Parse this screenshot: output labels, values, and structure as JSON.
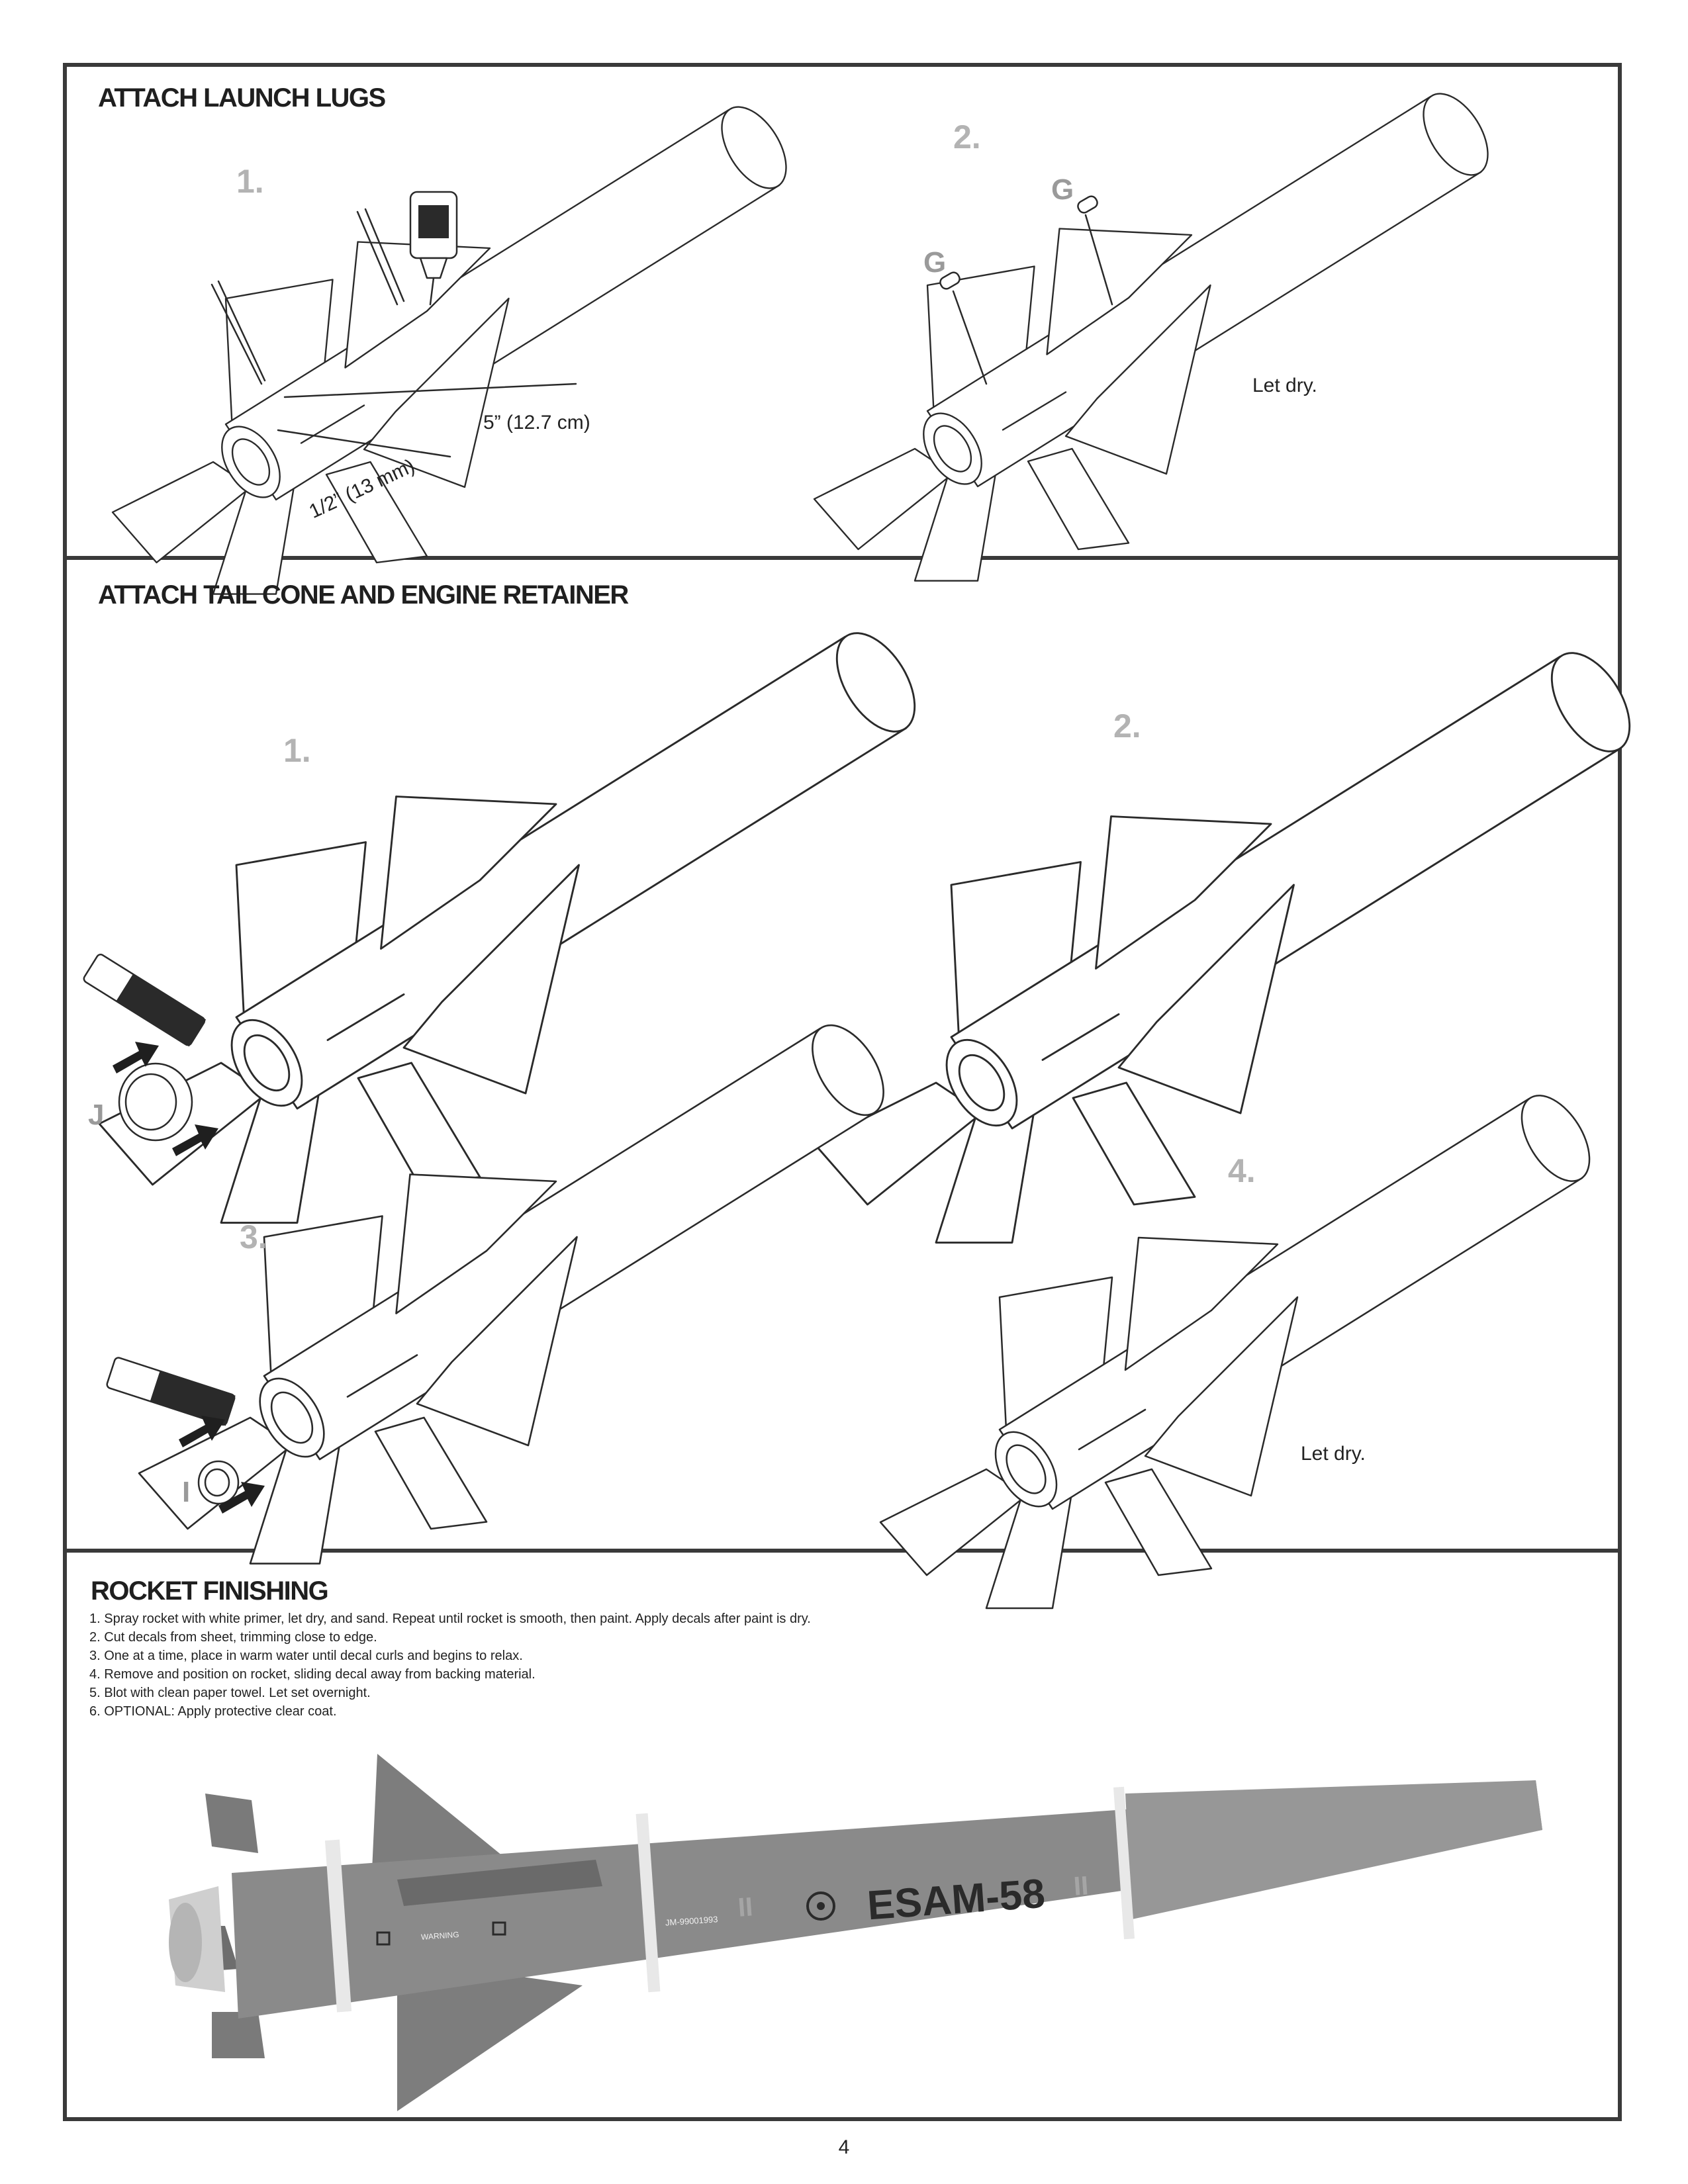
{
  "sections": {
    "lugs": {
      "title": "ATTACH LAUNCH LUGS",
      "step1": "1.",
      "step2": "2.",
      "part_g_a": "G",
      "part_g_b": "G",
      "dim_5in": "5” (12.7 cm)",
      "dim_half": "1/2” (13 mm)",
      "let_dry": "Let dry."
    },
    "tailcone": {
      "title": "ATTACH TAIL CONE AND ENGINE RETAINER",
      "step1": "1.",
      "step2": "2.",
      "step3": "3.",
      "step4": "4.",
      "part_j": "J",
      "part_i": "I",
      "let_dry": "Let dry."
    },
    "finishing": {
      "title": "ROCKET FINISHING",
      "instructions": [
        "1. Spray rocket with white primer, let dry, and sand. Repeat until rocket is smooth, then paint. Apply decals after paint is dry.",
        "2. Cut decals from sheet, trimming close to edge.",
        "3. One at a time, place in warm water until decal curls and begins to relax.",
        "4. Remove and position on rocket, sliding decal away from backing material.",
        "5. Blot with clean paper towel. Let set overnight.",
        "6. OPTIONAL: Apply protective clear coat."
      ],
      "rocket_name": "ESAM-58",
      "serial": "JM-99001993",
      "warning": "WARNING",
      "stripe_marks": "II"
    }
  },
  "page_number": "4",
  "colors": {
    "frame": "#3a3a3a",
    "step_gray": "#b3b3b3",
    "rocket_gray": "#8a8a8a"
  }
}
